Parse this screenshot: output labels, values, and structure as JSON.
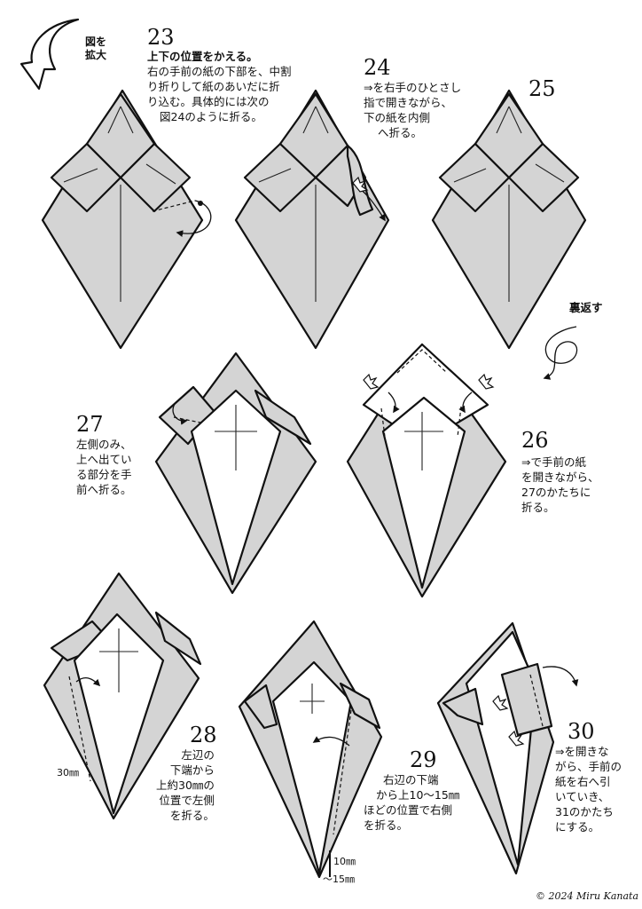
{
  "zoom": {
    "label_line1": "図を",
    "label_line2": "拡大",
    "icon": "curved-arrow-icon"
  },
  "steps": [
    {
      "num": "23",
      "lines": [
        "上下の位置をかえる。",
        "右の手前の紙の下部を、中割",
        "り折りして紙のあいだに折",
        "り込む。具体的には次の",
        "図24のように折る。"
      ]
    },
    {
      "num": "24",
      "lines": [
        "⇒を右手のひとさし",
        "指で開きながら、",
        "下の紙を内側",
        "へ折る。"
      ]
    },
    {
      "num": "25",
      "lines": []
    },
    {
      "num": "26",
      "lines": [
        "⇒で手前の紙",
        "を開きながら、",
        "27のかたちに",
        "折る。"
      ]
    },
    {
      "num": "27",
      "lines": [
        "左側のみ、",
        "上へ出てい",
        "る部分を手",
        "前へ折る。"
      ]
    },
    {
      "num": "28",
      "lines": [
        "左辺の",
        "下端から",
        "上約30㎜の",
        "位置で左側",
        "を折る。"
      ]
    },
    {
      "num": "29",
      "lines": [
        "右辺の下端",
        "から上10～15㎜",
        "ほどの位置で右側",
        "を折る。"
      ]
    },
    {
      "num": "30",
      "lines": [
        "⇒を開きな",
        "がら、手前の",
        "紙を右へ引",
        "いていき、",
        "31のかたち",
        "にする。"
      ]
    }
  ],
  "turn_over": {
    "label": "裏返す",
    "icon": "turn-over-spiral-icon"
  },
  "measures": {
    "m28": "30㎜",
    "m29_a": "10㎜",
    "m29_b": "～15㎜"
  },
  "credit": "© 2024 Miru Kanata",
  "colors": {
    "paper": "#d4d4d4",
    "line": "#111111",
    "background": "#ffffff"
  }
}
